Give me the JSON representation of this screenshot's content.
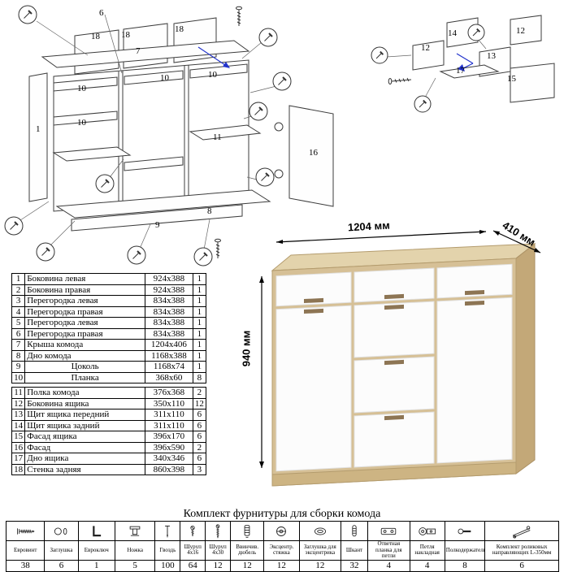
{
  "main_diagram": {
    "labels": [
      {
        "t": "6"
      },
      {
        "t": "18"
      },
      {
        "t": "18"
      },
      {
        "t": "18"
      },
      {
        "t": "7"
      },
      {
        "t": "10"
      },
      {
        "t": "10"
      },
      {
        "t": "10"
      },
      {
        "t": "10"
      },
      {
        "t": "1"
      },
      {
        "t": "11"
      },
      {
        "t": "16"
      },
      {
        "t": "8"
      },
      {
        "t": "9"
      }
    ]
  },
  "drawer_diagram": {
    "labels": [
      {
        "t": "14"
      },
      {
        "t": "12"
      },
      {
        "t": "12"
      },
      {
        "t": "13"
      },
      {
        "t": "17"
      },
      {
        "t": "15"
      }
    ]
  },
  "render": {
    "width_label": "1204 мм",
    "depth_label": "410 мм",
    "height_label": "940 мм"
  },
  "parts_table": {
    "rows": [
      {
        "num": "1",
        "name": "Боковина левая",
        "size": "924х388",
        "qty": "1"
      },
      {
        "num": "2",
        "name": "Боковина правая",
        "size": "924х388",
        "qty": "1"
      },
      {
        "num": "3",
        "name": "Перегородка левая",
        "size": "834х388",
        "qty": "1"
      },
      {
        "num": "4",
        "name": "Перегородка правая",
        "size": "834х388",
        "qty": "1"
      },
      {
        "num": "5",
        "name": "Перегородка левая",
        "size": "834х388",
        "qty": "1"
      },
      {
        "num": "6",
        "name": "Перегородка правая",
        "size": "834х388",
        "qty": "1"
      },
      {
        "num": "7",
        "name": "Крыша комода",
        "size": "1204х406",
        "qty": "1"
      },
      {
        "num": "8",
        "name": "Дно комода",
        "size": "1168х388",
        "qty": "1"
      },
      {
        "num": "9",
        "name": "Цоколь",
        "size": "1168х74",
        "qty": "1"
      },
      {
        "num": "10",
        "name": "Планка",
        "size": "368х60",
        "qty": "8"
      },
      {
        "num": "11",
        "name": "Полка комода",
        "size": "376х368",
        "qty": "2"
      },
      {
        "num": "12",
        "name": "Боковина ящика",
        "size": "350х110",
        "qty": "12"
      },
      {
        "num": "13",
        "name": "Щит ящика передний",
        "size": "311х110",
        "qty": "6"
      },
      {
        "num": "14",
        "name": "Щит ящика задний",
        "size": "311х110",
        "qty": "6"
      },
      {
        "num": "15",
        "name": "Фасад ящика",
        "size": "396х170",
        "qty": "6"
      },
      {
        "num": "16",
        "name": "Фасад",
        "size": "396х590",
        "qty": "2"
      },
      {
        "num": "17",
        "name": "Дно ящика",
        "size": "340х346",
        "qty": "6"
      },
      {
        "num": "18",
        "name": "Стенка задняя",
        "size": "860х398",
        "qty": "3"
      }
    ]
  },
  "hardware": {
    "title": "Комплект фурнитуры для сборки комода",
    "items": [
      {
        "icon": "euroscrew-icon",
        "name": "Евровинт",
        "qty": "38"
      },
      {
        "icon": "cap-icon",
        "name": "Заглушка",
        "qty": "6"
      },
      {
        "icon": "hexkey-icon",
        "name": "Евроключ",
        "qty": "1"
      },
      {
        "icon": "leg-icon",
        "name": "Ножка",
        "qty": "5"
      },
      {
        "icon": "nail-icon",
        "name": "Гвоздь",
        "qty": "100"
      },
      {
        "icon": "screw-4x16-icon",
        "name": "Шуруп 4х16",
        "qty": "64"
      },
      {
        "icon": "screw-4x30-icon",
        "name": "Шуруп 4х30",
        "qty": "12"
      },
      {
        "icon": "screw-dowel-icon",
        "name": "Ввинчив. дюбель",
        "qty": "12"
      },
      {
        "icon": "cam-lock-icon",
        "name": "Эксцентр. стяжка",
        "qty": "12"
      },
      {
        "icon": "cam-cap-icon",
        "name": "Заглушка для эксцентрика",
        "qty": "12"
      },
      {
        "icon": "dowel-icon",
        "name": "Шкант",
        "qty": "32"
      },
      {
        "icon": "hinge-plate-icon",
        "name": "Ответная планка для петли",
        "qty": "4"
      },
      {
        "icon": "hinge-icon",
        "name": "Петля накладная",
        "qty": "4"
      },
      {
        "icon": "shelf-pin-icon",
        "name": "Полкодержатель",
        "qty": "8"
      },
      {
        "icon": "roller-slides-icon",
        "name": "Комплект роликовых направляющих L-350мм",
        "qty": "6"
      }
    ]
  }
}
